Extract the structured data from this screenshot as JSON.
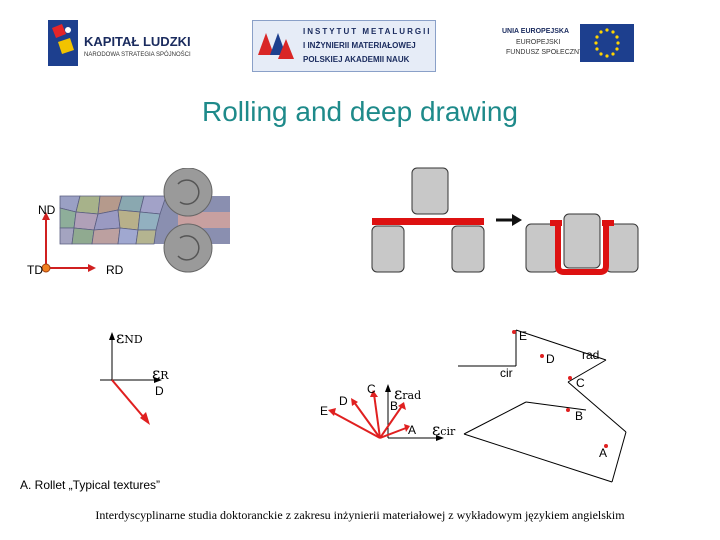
{
  "header": {
    "logo_left": {
      "line1": "KAPITAŁ LUDZKI",
      "line2": "NARODOWA STRATEGIA SPÓJNOŚCI"
    },
    "logo_center": {
      "line1": "INSTYTUT METALURGII",
      "line2": "I INŻYNIERII MATERIAŁOWEJ",
      "line3": "POLSKIEJ AKADEMII NAUK"
    },
    "logo_right": {
      "line1": "UNIA EUROPEJSKA",
      "line2": "EUROPEJSKI",
      "line3": "FUNDUSZ SPOŁECZNY"
    }
  },
  "title": "Rolling and deep drawing",
  "rolling": {
    "axis_nd": "ND",
    "axis_td": "TD",
    "axis_rd": "RD"
  },
  "strain_left": {
    "eps": "ε",
    "nd_sub": "ND",
    "r_sub": "R",
    "d_label": "D"
  },
  "strain_middle": {
    "e": "E",
    "d": "D",
    "c": "C",
    "b": "B",
    "a": "A",
    "eps": "ε",
    "rad_sub": "rad",
    "cir_sub": "cir"
  },
  "strain_right": {
    "e": "E",
    "d": "D",
    "c": "C",
    "b": "B",
    "a": "A",
    "cir": "cir",
    "rad": "rad"
  },
  "citation": "A. Rollet „Typical textures”",
  "footer": "Interdyscyplinarne studia doktoranckie z zakresu inżynierii materiałowej z wykładowym językiem angielskim",
  "colors": {
    "title": "#1e8a8a",
    "arrow_red": "#e02020",
    "tool_gray": "#c8c8c8",
    "sheet_red": "#dd1111"
  }
}
